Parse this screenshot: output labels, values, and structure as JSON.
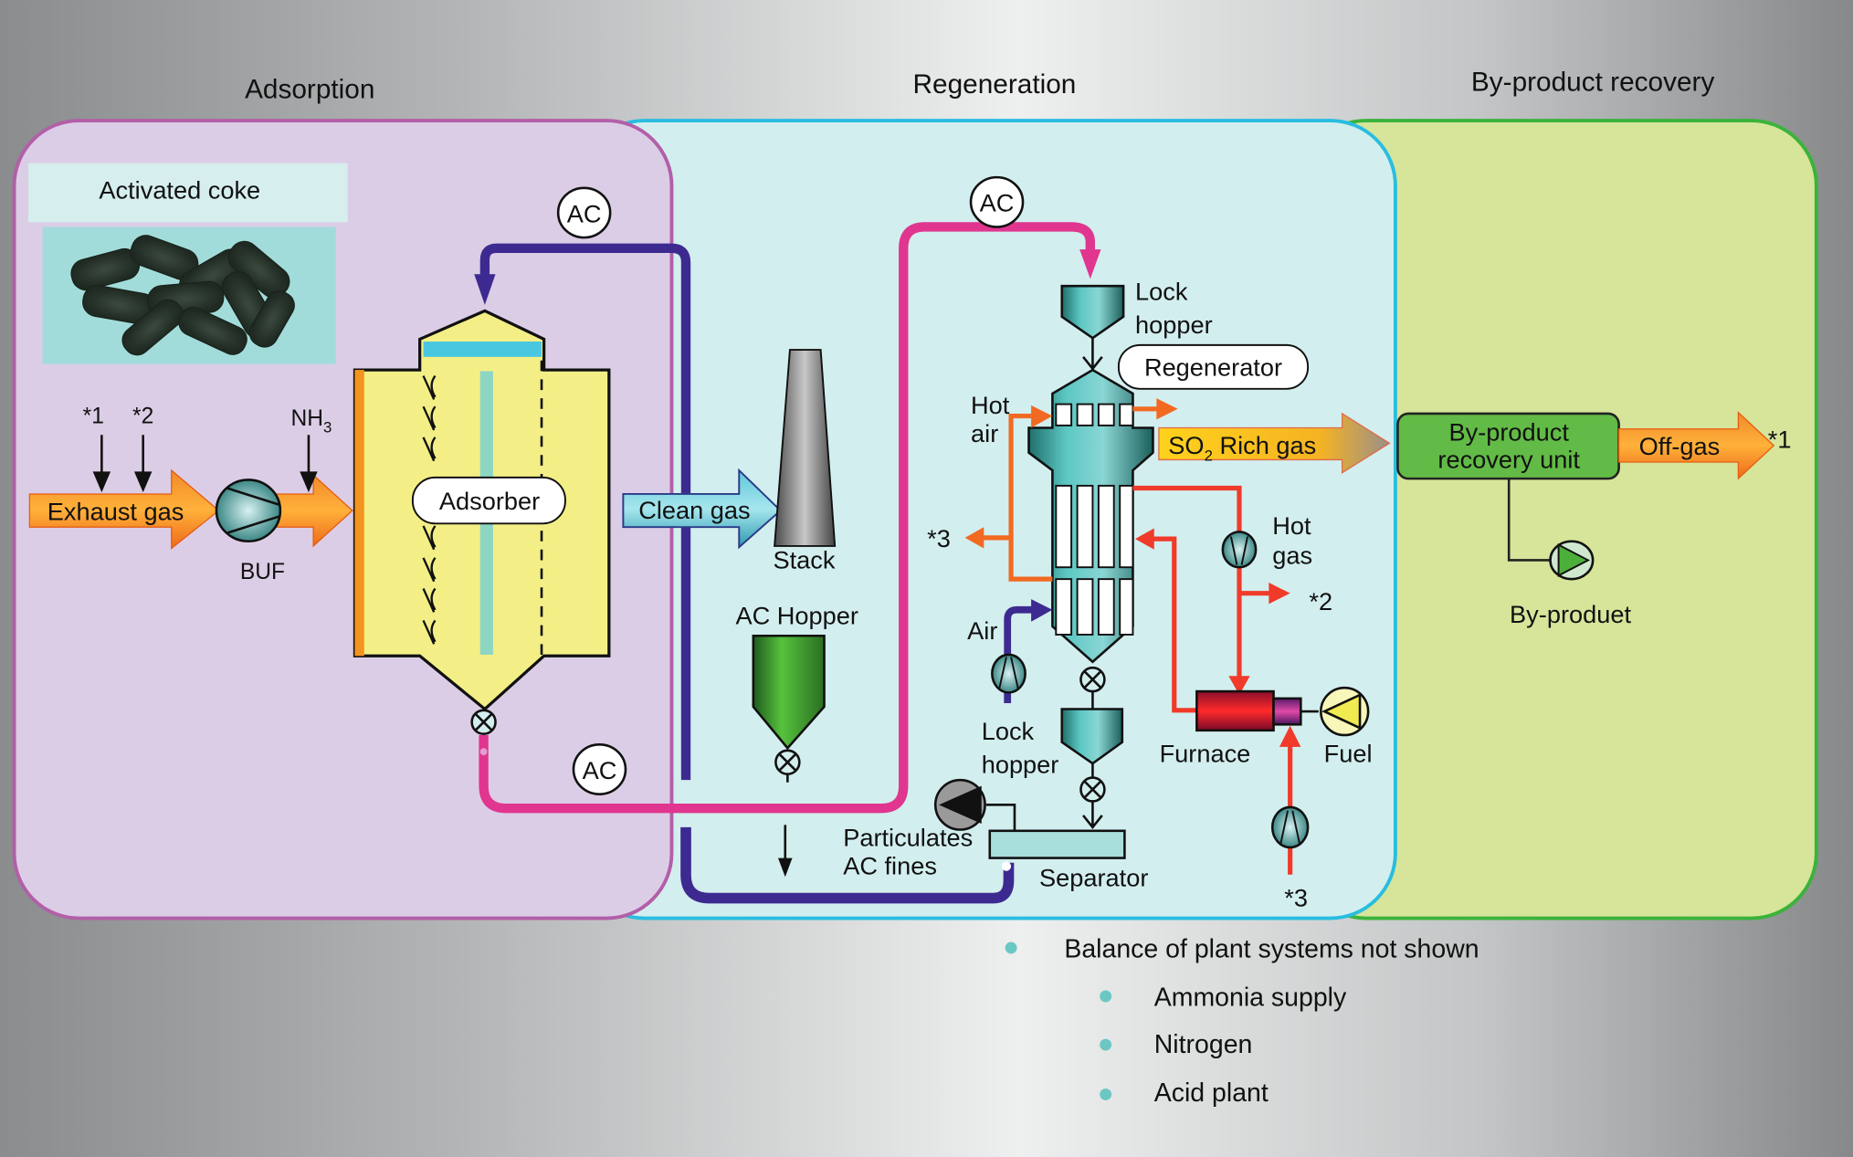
{
  "sections": {
    "adsorption": "Adsorption",
    "regeneration": "Regeneration",
    "byproduct": "By-product recovery"
  },
  "adsorption": {
    "activated_coke_label": "Activated coke",
    "exhaust_gas": "Exhaust gas",
    "input_1": "*1",
    "input_2": "*2",
    "nh3_main": "NH",
    "nh3_sub": "3",
    "buf": "BUF",
    "adsorber": "Adsorber",
    "ac_top": "AC",
    "ac_bottom": "AC"
  },
  "regeneration": {
    "clean_gas": "Clean gas",
    "stack": "Stack",
    "ac_hopper": "AC Hopper",
    "ac_top": "AC",
    "lock_hopper_top_1": "Lock",
    "lock_hopper_top_2": "hopper",
    "regenerator": "Regenerator",
    "hot_air_1": "Hot",
    "hot_air_2": "air",
    "so2_main": "SO",
    "so2_sub": "2",
    "so2_rest": " Rich gas",
    "star3_left": "*3",
    "hot_gas_1": "Hot",
    "hot_gas_2": "gas",
    "star2": "*2",
    "air": "Air",
    "lock_hopper_bottom_1": "Lock",
    "lock_hopper_bottom_2": "hopper",
    "furnace": "Furnace",
    "fuel": "Fuel",
    "star3_bottom": "*3",
    "particulates_1": "Particulates",
    "particulates_2": "AC fines",
    "separator": "Separator"
  },
  "byproduct": {
    "unit_1": "By-product",
    "unit_2": "recovery unit",
    "off_gas": "Off-gas",
    "star1": "*1",
    "output": "By-produet"
  },
  "notes": {
    "heading": "Balance of plant systems not shown",
    "items": [
      "Ammonia supply",
      "Nitrogen",
      "Acid plant"
    ]
  },
  "colors": {
    "adsorption_panel": "#dccde6",
    "regeneration_panel": "#d3eeee",
    "byproduct_panel": "#d6e59a",
    "ac_loop_pink": "#e0368f",
    "ac_loop_navy": "#3d2a90",
    "hot_line": "#f03a2a",
    "hot_air_line": "#f26a22",
    "bullet": "#6cc7c4"
  }
}
